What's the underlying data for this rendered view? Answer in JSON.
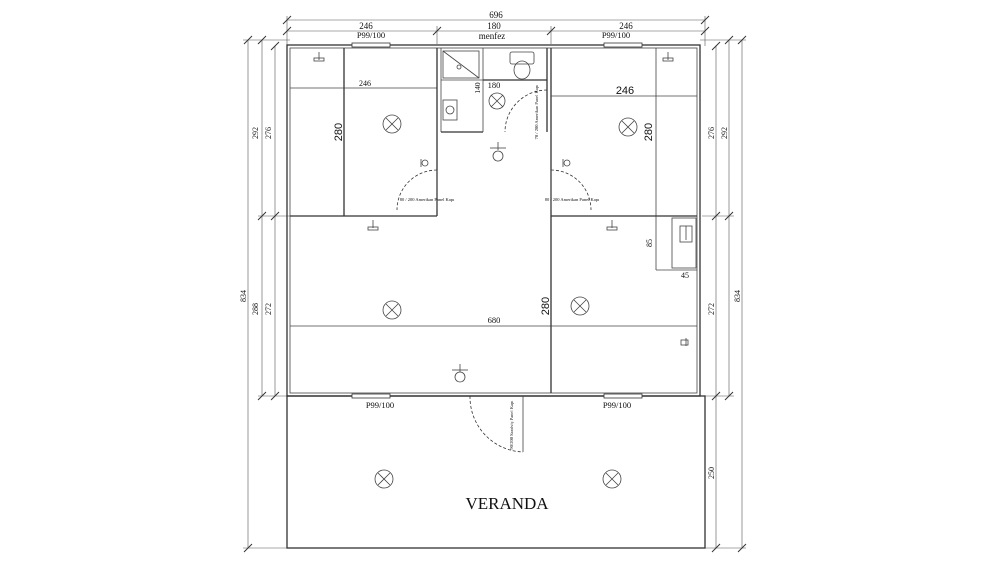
{
  "title": "VERANDA",
  "dimensions": {
    "total_width": "696",
    "top_left": "246",
    "top_middle": "180",
    "top_right": "246",
    "left_outer": "834",
    "right_outer": "834",
    "left_upper_outer": "292",
    "left_upper_inner": "276",
    "left_lower_outer": "288",
    "left_lower_inner": "272",
    "right_upper_inner": "276",
    "right_upper_outer": "292",
    "right_lower_inner": "272",
    "veranda_depth": "250",
    "room_left_width": "246",
    "room_right_width": "246",
    "room_left_height": "280",
    "room_right_height": "280",
    "center_height": "280",
    "living_width": "680",
    "bath_width": "180",
    "bath_depth": "140",
    "kitchen_85": "85",
    "kitchen_45": "45"
  },
  "labels": {
    "window_top_left": "P99/100",
    "window_top_right": "P99/100",
    "window_bottom_left": "P99/100",
    "window_bottom_right": "P99/100",
    "menfez": "menfez",
    "door_left": "80 / 200 Amerikan Panel Kapı",
    "door_right": "80 / 200 Amerikan Panel Kapı",
    "door_bath": "70 / 200 Amerikan Panel Kapı",
    "door_entry": "90/200 Sandviç Panel Kapı"
  }
}
